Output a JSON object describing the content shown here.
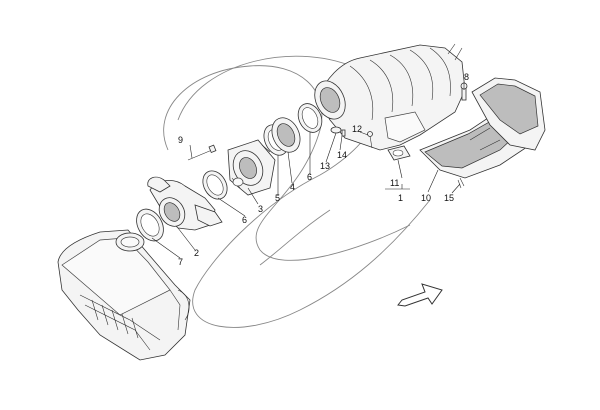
{
  "callouts": {
    "c1": "1",
    "c2": "2",
    "c3": "3",
    "c4": "4",
    "c5": "5",
    "c6a": "6",
    "c6b": "6",
    "c7": "7",
    "c8": "8",
    "c9": "9",
    "c10": "10",
    "c11": "11",
    "c12": "12",
    "c13": "13",
    "c14": "14",
    "c15": "15"
  },
  "colors": {
    "line": "#333333",
    "shade": "#bdbdbd",
    "background": "#ffffff"
  },
  "icons": {
    "direction_arrow": "forward-arrow-icon"
  }
}
